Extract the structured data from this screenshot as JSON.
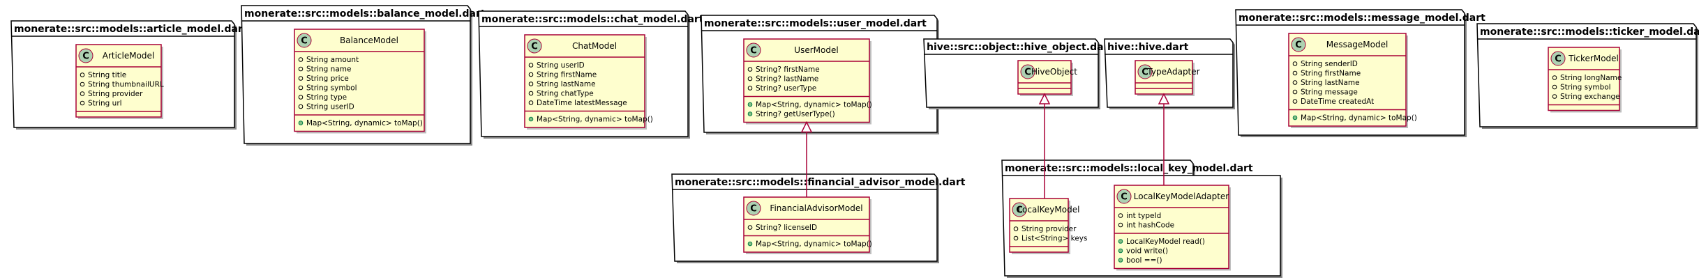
{
  "packages": [
    {
      "id": "article_model",
      "title": "monerate::src::models::article_model.dart",
      "classes": [
        {
          "id": "ArticleModel",
          "name": "ArticleModel",
          "fields": [
            "String title",
            "String thumbnailURL",
            "String provider",
            "String url"
          ],
          "methods": []
        }
      ]
    },
    {
      "id": "balance_model",
      "title": "monerate::src::models::balance_model.dart",
      "classes": [
        {
          "id": "BalanceModel",
          "name": "BalanceModel",
          "fields": [
            "String amount",
            "String name",
            "String price",
            "String symbol",
            "String type",
            "String userID"
          ],
          "methods": [
            "Map<String, dynamic> toMap()"
          ]
        }
      ]
    },
    {
      "id": "chat_model",
      "title": "monerate::src::models::chat_model.dart",
      "classes": [
        {
          "id": "ChatModel",
          "name": "ChatModel",
          "fields": [
            "String userID",
            "String firstName",
            "String lastName",
            "String chatType",
            "DateTime latestMessage"
          ],
          "methods": [
            "Map<String, dynamic> toMap()"
          ]
        }
      ]
    },
    {
      "id": "user_model",
      "title": "monerate::src::models::user_model.dart",
      "classes": [
        {
          "id": "UserModel",
          "name": "UserModel",
          "fields": [
            "String? firstName",
            "String? lastName",
            "String? userType"
          ],
          "methods": [
            "Map<String, dynamic> toMap()",
            "String? getUserType()"
          ]
        }
      ]
    },
    {
      "id": "hive_object",
      "title": "hive::src::object::hive_object.dart",
      "classes": [
        {
          "id": "HiveObject",
          "name": "HiveObject",
          "fields": [],
          "methods": []
        }
      ]
    },
    {
      "id": "hive",
      "title": "hive::hive.dart",
      "classes": [
        {
          "id": "TypeAdapter",
          "name": "TypeAdapter",
          "fields": [],
          "methods": []
        }
      ]
    },
    {
      "id": "message_model",
      "title": "monerate::src::models::message_model.dart",
      "classes": [
        {
          "id": "MessageModel",
          "name": "MessageModel",
          "fields": [
            "String senderID",
            "String firstName",
            "String lastName",
            "String message",
            "DateTime createdAt"
          ],
          "methods": [
            "Map<String, dynamic> toMap()"
          ]
        }
      ]
    },
    {
      "id": "ticker_model",
      "title": "monerate::src::models::ticker_model.dart",
      "classes": [
        {
          "id": "TickerModel",
          "name": "TickerModel",
          "fields": [
            "String longName",
            "String symbol",
            "String exchange"
          ],
          "methods": []
        }
      ]
    },
    {
      "id": "financial_advisor_model",
      "title": "monerate::src::models::financial_advisor_model.dart",
      "classes": [
        {
          "id": "FinancialAdvisorModel",
          "name": "FinancialAdvisorModel",
          "fields": [
            "String? licenseID"
          ],
          "methods": [
            "Map<String, dynamic> toMap()"
          ]
        }
      ]
    },
    {
      "id": "local_key_model",
      "title": "monerate::src::models::local_key_model.dart",
      "classes": [
        {
          "id": "LocalKeyModel",
          "name": "LocalKeyModel",
          "fields": [
            "String provider",
            "List<String> keys"
          ],
          "methods": []
        },
        {
          "id": "LocalKeyModelAdapter",
          "name": "LocalKeyModelAdapter",
          "fields": [
            "int typeId",
            "int hashCode"
          ],
          "methods": [
            "LocalKeyModel read()",
            "void write()",
            "bool ==()"
          ]
        }
      ]
    }
  ],
  "inheritance": [
    {
      "child": "FinancialAdvisorModel",
      "parent": "UserModel"
    },
    {
      "child": "LocalKeyModel",
      "parent": "HiveObject"
    },
    {
      "child": "LocalKeyModelAdapter",
      "parent": "TypeAdapter"
    }
  ],
  "stereotype_letter": "C",
  "colors": {
    "class_fill": "#FEFECE",
    "class_border": "#A80036",
    "circle_fill": "#ADD1B2",
    "edge": "#A80036"
  }
}
